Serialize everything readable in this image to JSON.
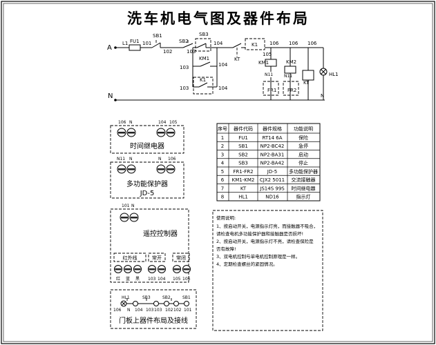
{
  "title": "洗车机电气图及器件布局",
  "schematic": {
    "phase_label": "A",
    "neutral_label": "N",
    "labels": {
      "l1": "L1",
      "fu1": "FU1",
      "n101": "101",
      "sb1": "SB1",
      "sb2": "SB2",
      "n102": "102",
      "n103": "103",
      "sb3": "SB3",
      "n104": "104",
      "kt": "KT",
      "k1": "K1",
      "n105": "105",
      "n106": "106",
      "km1": "KM1",
      "km2": "KM2",
      "n11": "N11",
      "fr1": "FR1",
      "fr2": "FR2",
      "hl1": "HL1"
    }
  },
  "relay_box": {
    "top_labels": [
      "106",
      "N",
      "104",
      "105"
    ],
    "name": "时间继电器"
  },
  "protector_box": {
    "top_labels": [
      "N11",
      "N",
      "N",
      "106"
    ],
    "name": "多功能保护器",
    "model": "JD-5"
  },
  "remote_box": {
    "top_labels": [
      "101",
      "N"
    ],
    "name": "遥控控制器",
    "groups": [
      "红外线",
      "常开",
      "常闭"
    ],
    "bottom_labels": [
      "红",
      "蓝",
      "黑",
      "103",
      "104",
      "105",
      "106"
    ]
  },
  "door_panel": {
    "labels": {
      "hl1": "HL1",
      "sb3": "SB3",
      "sb2": "SB2",
      "sb1": "SB1",
      "n106": "106",
      "n": "N",
      "n104": "104",
      "n103a": "103",
      "n103b": "103",
      "n102a": "102",
      "n102b": "102",
      "n101": "101"
    },
    "caption": "门板上器件布局及接线"
  },
  "parts_table": {
    "headers": [
      "序号",
      "器件代码",
      "器件规格",
      "功能说明"
    ],
    "rows": [
      [
        "1",
        "FU1",
        "RT14 6A",
        "保险"
      ],
      [
        "2",
        "SB1",
        "NP2-BC42",
        "急停"
      ],
      [
        "3",
        "SB2",
        "NP2-BA31",
        "启动"
      ],
      [
        "4",
        "SB3",
        "NP2-BA42",
        "停止"
      ],
      [
        "5",
        "FR1-FR2",
        "JD-5",
        "多功能保护器"
      ],
      [
        "6",
        "KM1-KM2",
        "CJX2 5011",
        "交流接触器"
      ],
      [
        "7",
        "KT",
        "JS14S 99S",
        "时间继电器"
      ],
      [
        "8",
        "HL1",
        "ND16",
        "指示灯"
      ]
    ]
  },
  "notes": {
    "title": "使用说明:",
    "lines": [
      "1、按启动开关，电源指示灯亮，而接触器不吸合，",
      "   请检查电机多功能保护器和接触器是否损坏!",
      "2、按启动开关，电源指示灯不亮，请检查保险是",
      "   否有故障!",
      "3、双电机控制与单电机控制原理是一样。",
      "4、定期检查螺丝的紧固情况。"
    ]
  }
}
